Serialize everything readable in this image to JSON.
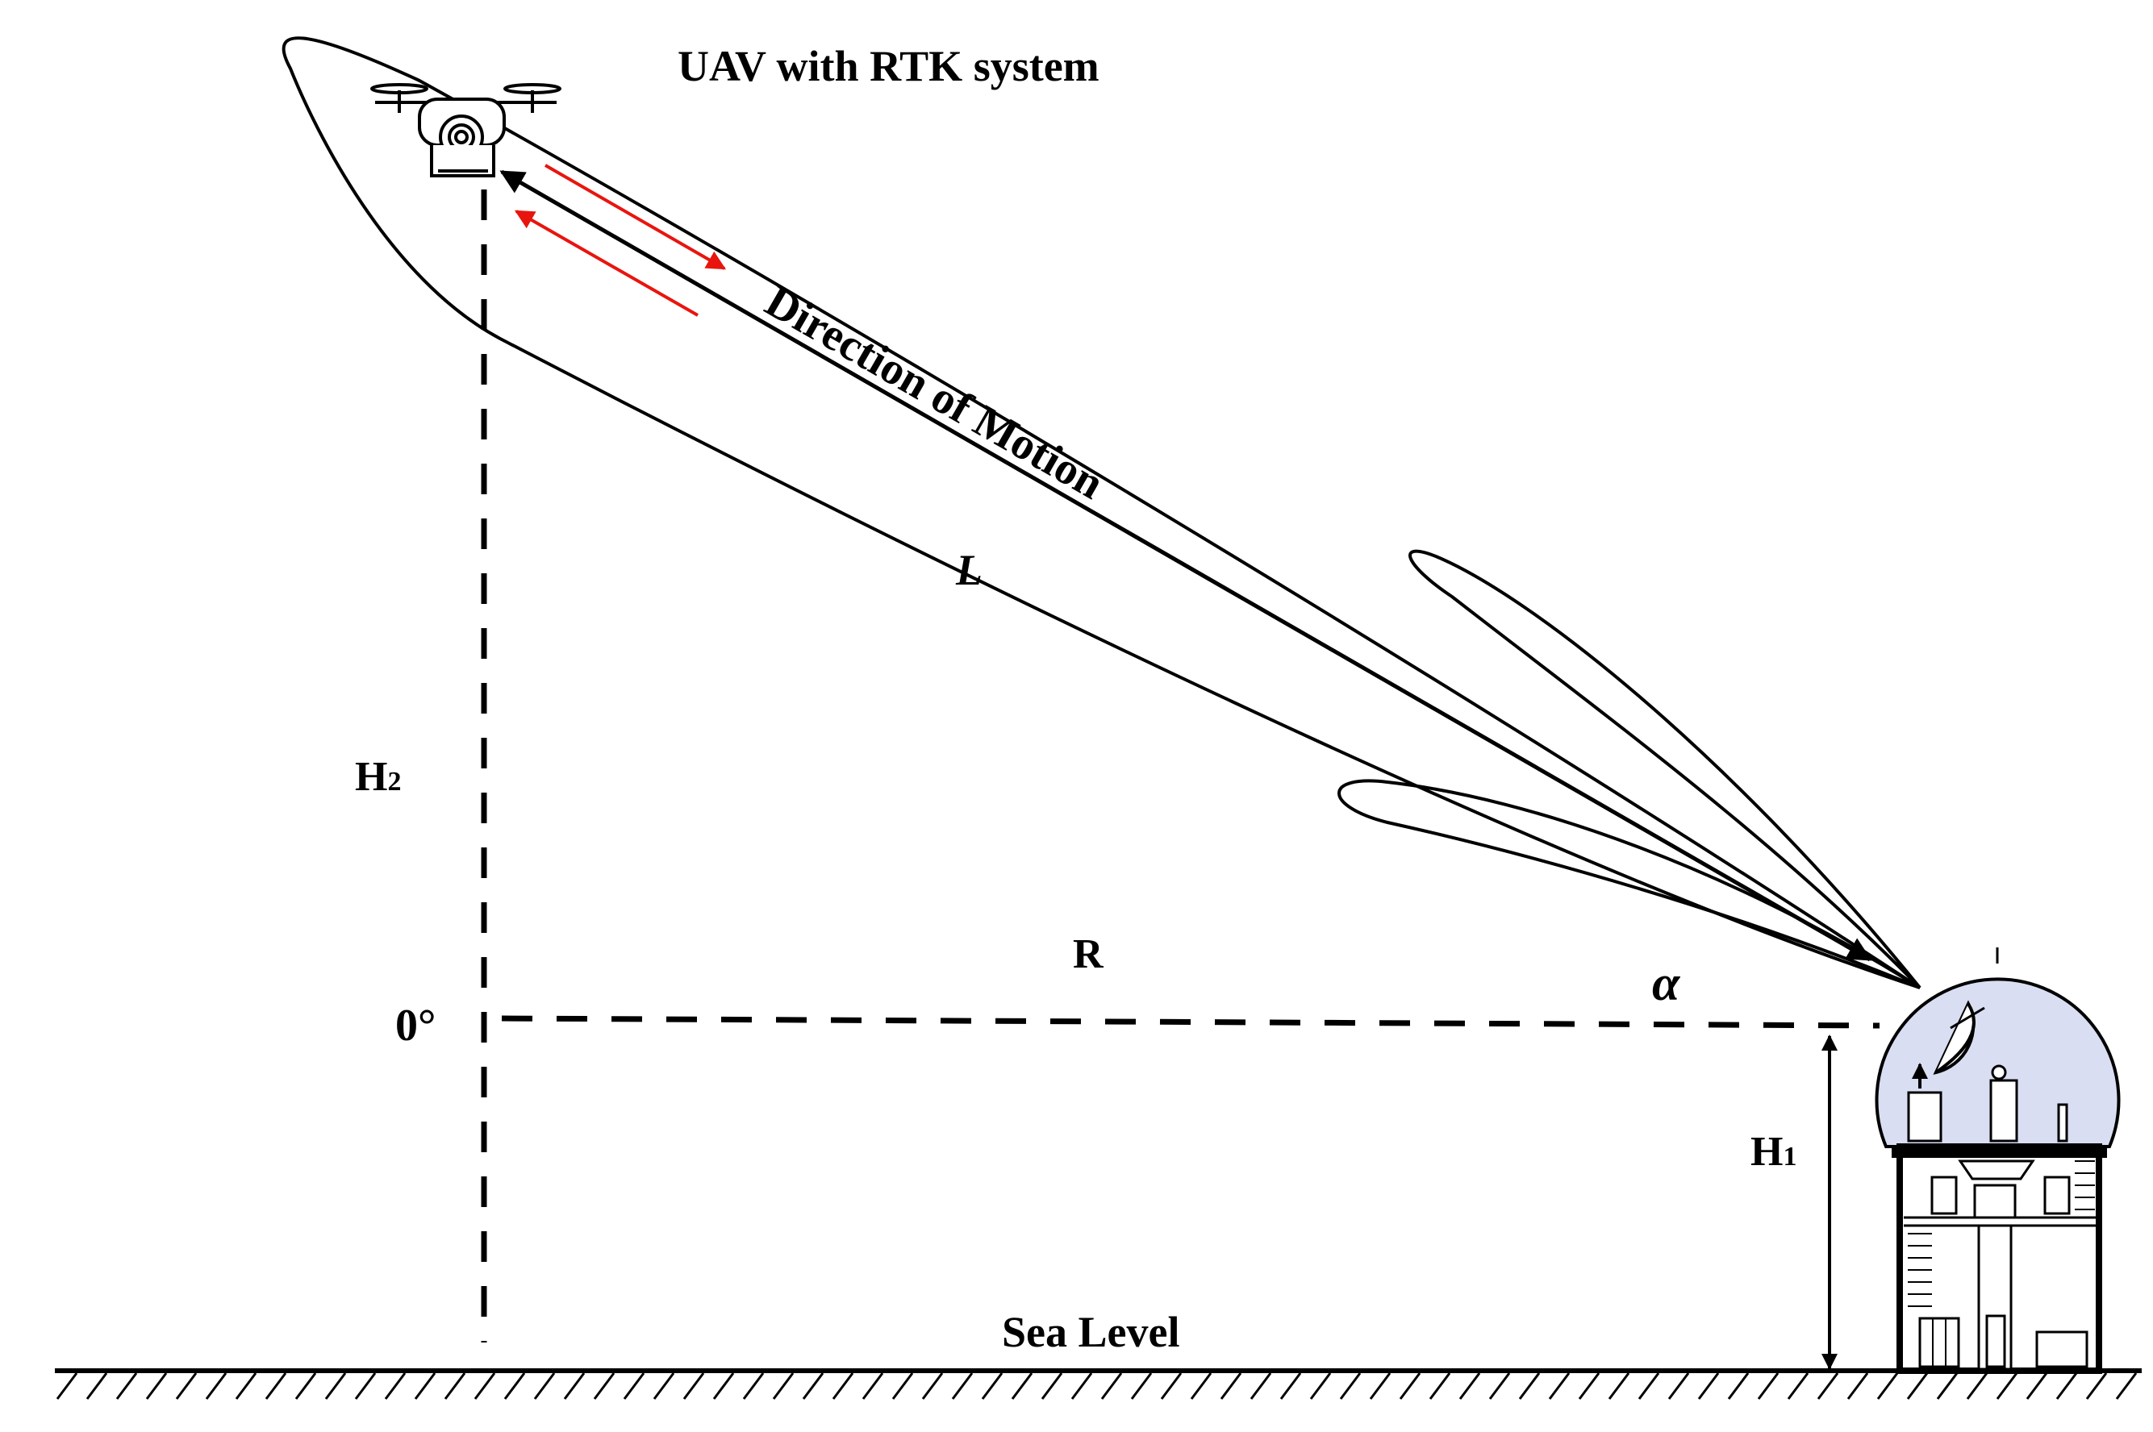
{
  "title": "UAV with RTK system",
  "labels": {
    "direction": "Direction of Motion",
    "distance": "L",
    "h2_main": "H",
    "h2_sub": "2",
    "h1_main": "H",
    "h1_sub": "1",
    "range": "R",
    "elevation_ref": "0°",
    "angle": "α",
    "ground": "Sea Level"
  },
  "colors": {
    "line": "#000000",
    "arrow_red": "#e8150f",
    "radome_fill": "#d9def2"
  },
  "icons": {
    "uav": "quadcopter-icon",
    "radar": "radar-station-icon"
  }
}
